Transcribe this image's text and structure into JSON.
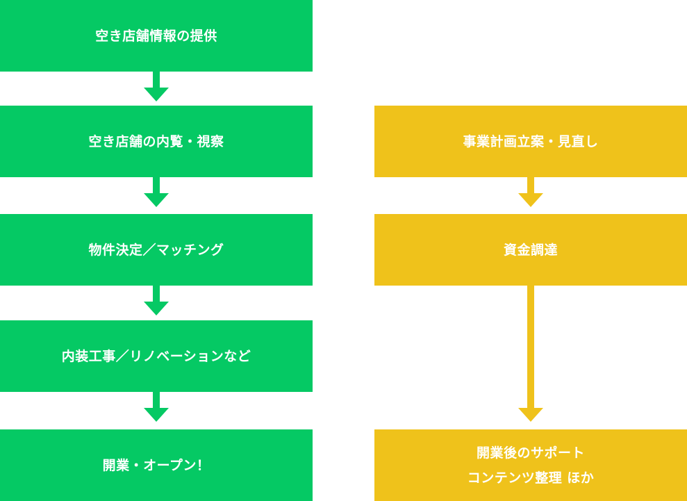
{
  "colors": {
    "green": "#05c964",
    "yellow": "#efc21b"
  },
  "left_flow": [
    {
      "label": "空き店舗情報の提供"
    },
    {
      "label": "空き店舗の内覧・視察"
    },
    {
      "label": "物件決定／マッチング"
    },
    {
      "label": "内装工事／リノベーションなど"
    },
    {
      "label": "開業・オープン！"
    }
  ],
  "right_flow": [
    {
      "label": "事業計画立案・見直し"
    },
    {
      "label": "資金調達"
    },
    {
      "label_line1": "開業後のサポート",
      "label_line2": "コンテンツ整理 ほか"
    }
  ]
}
